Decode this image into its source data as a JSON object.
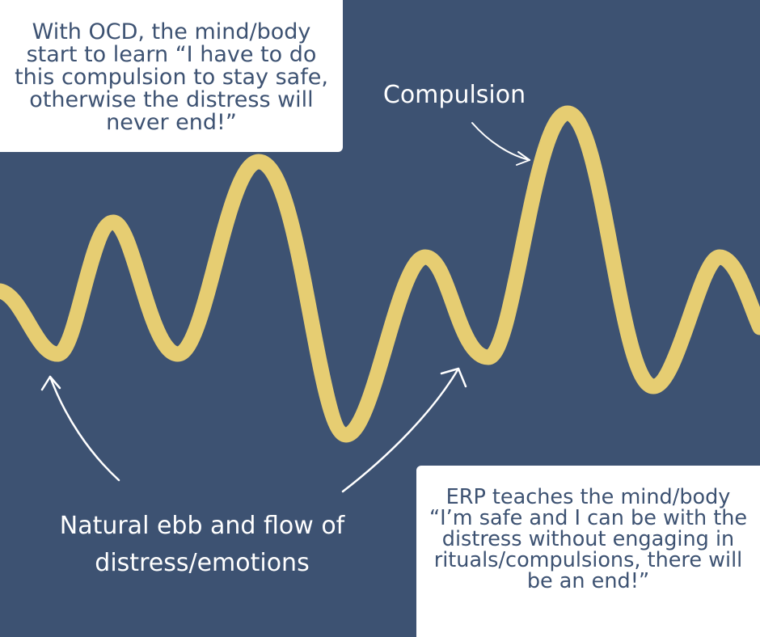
{
  "colors": {
    "background": "#3d5272",
    "wave": "#e6cd72",
    "box": "#ffffff",
    "box_text": "#3d5272",
    "label_text": "#ffffff"
  },
  "top_note": {
    "text": "With OCD, the mind/body start to learn “I have to do this compulsion to stay safe, otherwise the distress will never end!”"
  },
  "compulsion_label": "Compulsion",
  "ebb_label": {
    "line1": "Natural ebb and flow of",
    "line2": "distress/emotions"
  },
  "bottom_note": {
    "text": "ERP teaches the mind/body “I’m safe and I can be with the distress without engaging in rituals/compulsions, there will be an end!”"
  }
}
